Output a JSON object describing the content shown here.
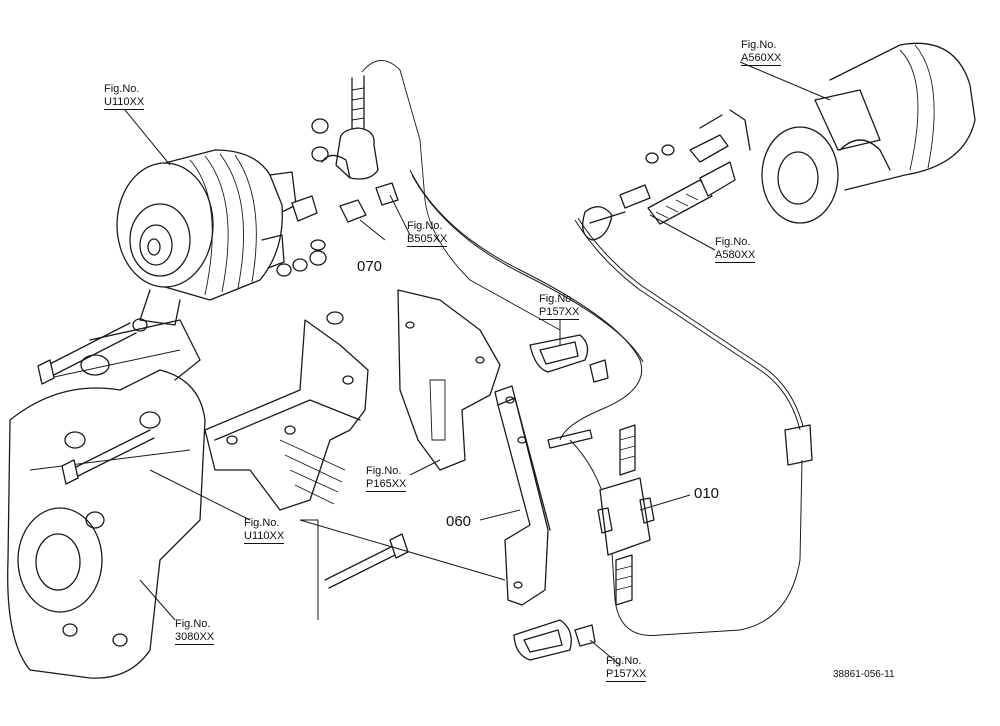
{
  "fig_prefix": "Fig.No.",
  "references": [
    {
      "id": "u110-top",
      "code": "U110XX"
    },
    {
      "id": "b505",
      "code": "B505XX"
    },
    {
      "id": "a560",
      "code": "A560XX"
    },
    {
      "id": "a580",
      "code": "A580XX"
    },
    {
      "id": "p157-top",
      "code": "P157XX"
    },
    {
      "id": "p165",
      "code": "P165XX"
    },
    {
      "id": "u110-bottom",
      "code": "U110XX"
    },
    {
      "id": "3080",
      "code": "3080XX"
    },
    {
      "id": "p157-bottom",
      "code": "P157XX"
    }
  ],
  "part_numbers": {
    "p070": "070",
    "p060": "060",
    "p010": "010"
  },
  "drawing_code": "38861-056-11"
}
